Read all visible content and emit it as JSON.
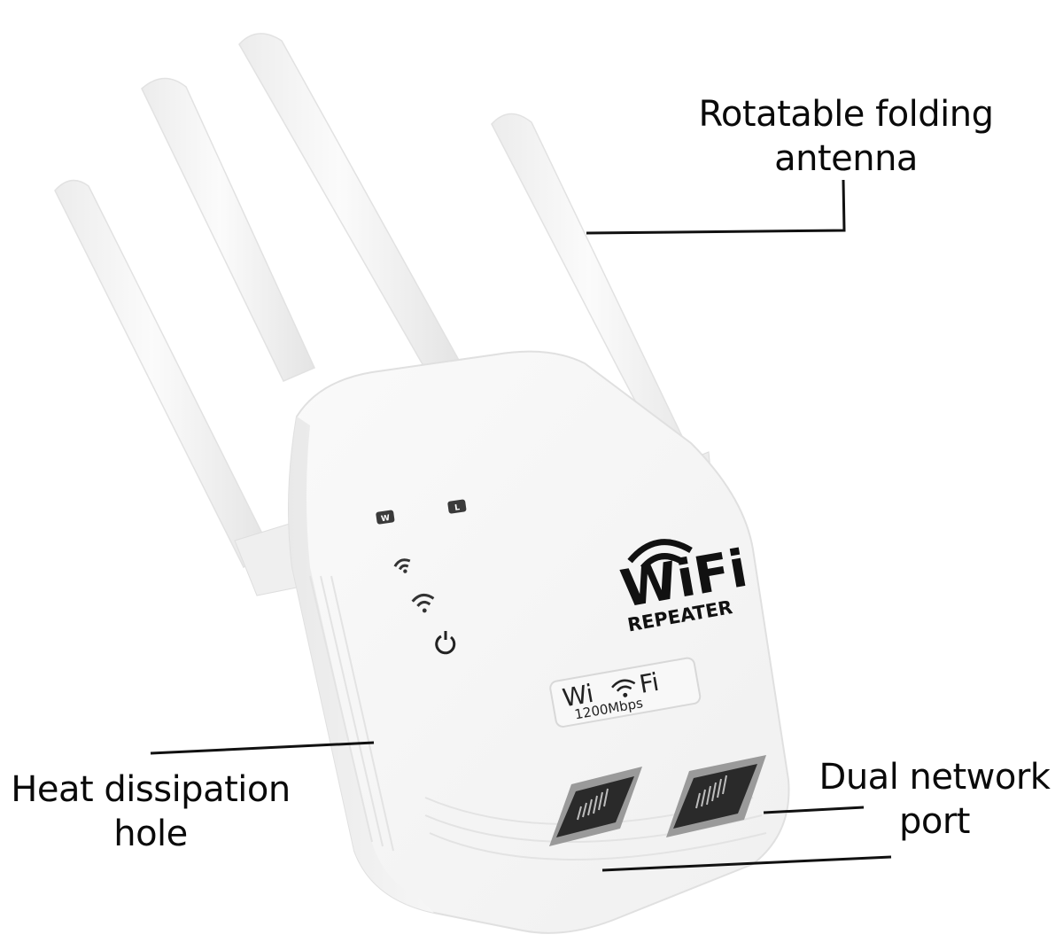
{
  "product": {
    "name": "WiFi Repeater",
    "logo": {
      "main_text": "WiFi",
      "sub_text": "REPEATER"
    },
    "badge": {
      "left_text": "Wi",
      "right_text": "Fi",
      "speed_text": "1200Mbps"
    },
    "indicators": [
      {
        "name": "wan-indicator",
        "glyph": "W"
      },
      {
        "name": "lan-indicator",
        "glyph": "L"
      },
      {
        "name": "wifi-signal-weak-indicator",
        "glyph": "wifi-weak"
      },
      {
        "name": "wifi-signal-indicator",
        "glyph": "wifi"
      },
      {
        "name": "power-indicator",
        "glyph": "power"
      }
    ],
    "antenna_count": 4,
    "ethernet_port_count": 2
  },
  "callouts": {
    "antenna": {
      "line1": "Rotatable folding",
      "line2": "antenna"
    },
    "heat": {
      "line1": "Heat dissipation",
      "line2": "hole"
    },
    "port": {
      "line1": "Dual network",
      "line2": "port"
    }
  },
  "colors": {
    "background": "#ffffff",
    "device_body": "#f4f4f4",
    "device_shadow": "#dcdcdc",
    "text": "#0a0a0a",
    "port": "#2a2a2a"
  }
}
